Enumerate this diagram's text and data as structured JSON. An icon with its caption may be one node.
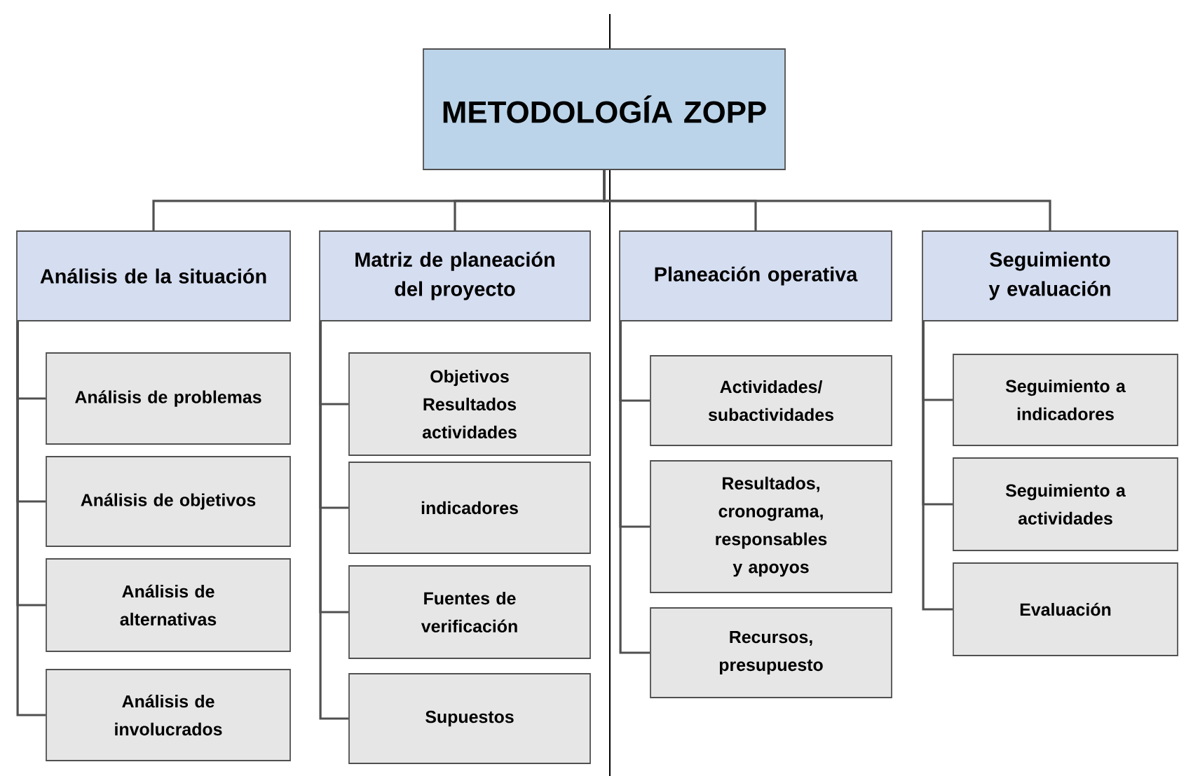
{
  "diagram": {
    "nodes": [
      {
        "text": [
          "METODOLOGÍA ZOPP"
        ]
      },
      {
        "text": [
          "Análisis de la situación"
        ]
      },
      {
        "text": [
          "Matriz de planeación del proyecto"
        ]
      },
      {
        "text": [
          "Planeación operativa"
        ]
      },
      {
        "text": [
          "Seguimiento y evaluación"
        ]
      },
      {
        "text": [
          "Análisis de problemas"
        ]
      },
      {
        "text": [
          "Análisis de objetivos"
        ]
      },
      {
        "text": [
          "Análisis de alternativas"
        ]
      },
      {
        "text": [
          "Análisis de involucrados"
        ]
      },
      {
        "text": [
          "Objetivos Resultados actividades"
        ]
      },
      {
        "text": [
          "indicadores"
        ]
      },
      {
        "text": [
          "Fuentes de verificación"
        ]
      },
      {
        "text": [
          "Supuestos"
        ]
      },
      {
        "text": [
          "Actividades/ subactividades"
        ]
      },
      {
        "text": [
          "Resultados, cronograma, responsables y apoyos"
        ]
      },
      {
        "text": [
          "Recursos, presupuesto"
        ]
      },
      {
        "text": [
          "Seguimiento a indicadores"
        ]
      },
      {
        "text": [
          "Seguimiento a actividades"
        ]
      },
      {
        "text": [
          "Evaluación"
        ]
      }
    ],
    "edges": [
      {
        "from": 0,
        "to": 1,
        "arrow": "none"
      },
      {
        "from": 0,
        "to": 2,
        "arrow": "none"
      },
      {
        "from": 0,
        "to": 3,
        "arrow": "none"
      },
      {
        "from": 0,
        "to": 4,
        "arrow": "none"
      },
      {
        "from": 1,
        "to": 5,
        "arrow": "none"
      },
      {
        "from": 1,
        "to": 6,
        "arrow": "none"
      },
      {
        "from": 1,
        "to": 7,
        "arrow": "none"
      },
      {
        "from": 1,
        "to": 8,
        "arrow": "none"
      },
      {
        "from": 2,
        "to": 9,
        "arrow": "none"
      },
      {
        "from": 2,
        "to": 10,
        "arrow": "none"
      },
      {
        "from": 2,
        "to": 11,
        "arrow": "none"
      },
      {
        "from": 2,
        "to": 12,
        "arrow": "none"
      },
      {
        "from": 3,
        "to": 13,
        "arrow": "none"
      },
      {
        "from": 3,
        "to": 14,
        "arrow": "none"
      },
      {
        "from": 3,
        "to": 15,
        "arrow": "none"
      },
      {
        "from": 4,
        "to": 16,
        "arrow": "none"
      },
      {
        "from": 4,
        "to": 17,
        "arrow": "none"
      },
      {
        "from": 4,
        "to": 18,
        "arrow": "none"
      }
    ]
  }
}
